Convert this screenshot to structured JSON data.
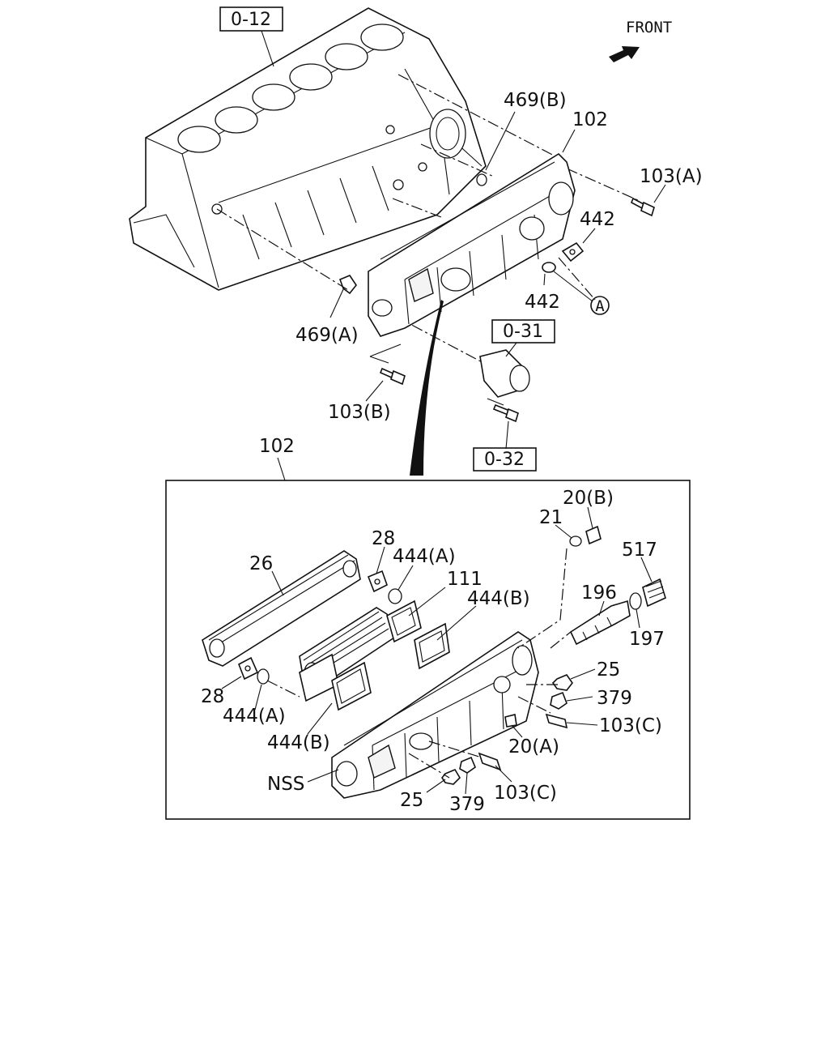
{
  "orientation": {
    "front_label": "FRONT",
    "arrow_icon": "front-arrow-icon"
  },
  "references": {
    "ref_0_12": "0-12",
    "ref_0_31": "0-31",
    "ref_0_32": "0-32"
  },
  "upper_callouts": {
    "c_469b": "469(B)",
    "c_102": "102",
    "c_103a": "103(A)",
    "c_442_top": "442",
    "c_442_bottom": "442",
    "c_circle_a": "A",
    "c_469a": "469(A)",
    "c_103b": "103(B)"
  },
  "detail": {
    "title": "102",
    "callouts": {
      "c_20b": "20(B)",
      "c_21": "21",
      "c_517": "517",
      "c_28_top": "28",
      "c_444a_top": "444(A)",
      "c_26": "26",
      "c_111": "111",
      "c_444b_top": "444(B)",
      "c_196": "196",
      "c_197": "197",
      "c_25_right": "25",
      "c_379_right": "379",
      "c_103c_right": "103(C)",
      "c_20a": "20(A)",
      "c_28_bottom": "28",
      "c_444a_bottom": "444(A)",
      "c_444b_bottom": "444(B)",
      "c_nss": "NSS",
      "c_25_bottom": "25",
      "c_379_bottom": "379",
      "c_103c_bottom": "103(C)"
    }
  }
}
